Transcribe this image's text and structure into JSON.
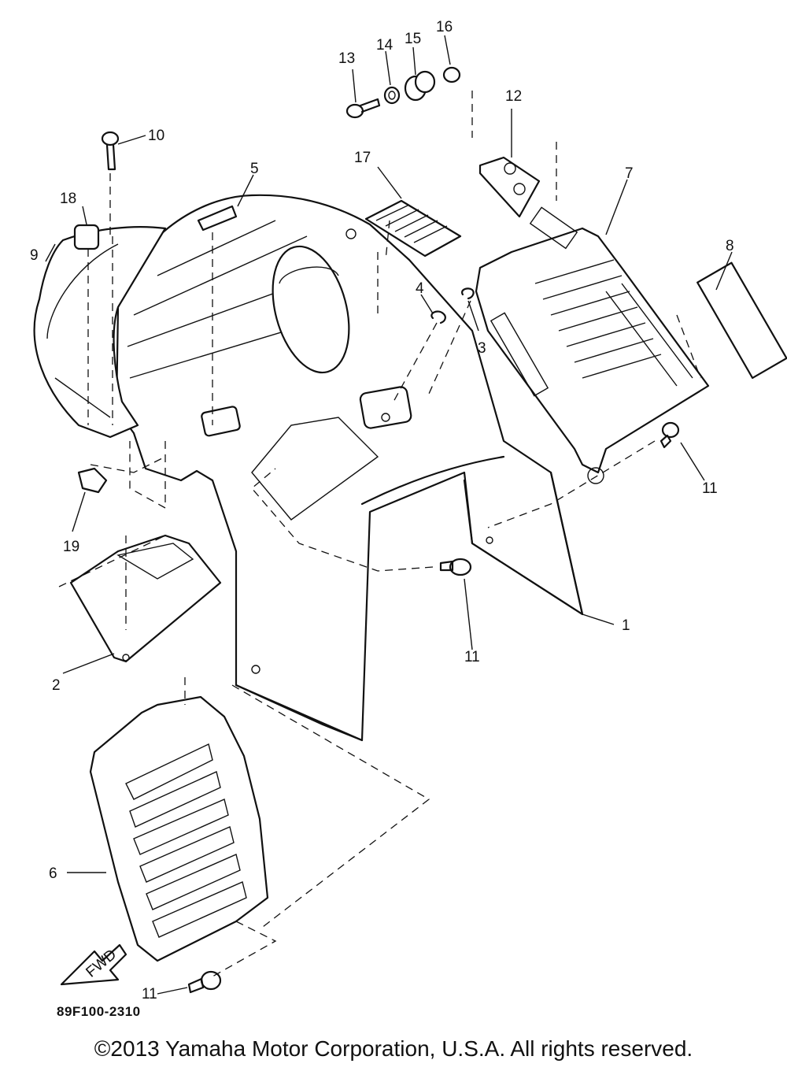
{
  "diagram": {
    "part_code": "89F100-2310",
    "fwd_label": "FWD",
    "callouts": [
      {
        "id": "c1",
        "label": "1"
      },
      {
        "id": "c2",
        "label": "2"
      },
      {
        "id": "c3",
        "label": "3"
      },
      {
        "id": "c4",
        "label": "4"
      },
      {
        "id": "c5",
        "label": "5"
      },
      {
        "id": "c6a",
        "label": "6"
      },
      {
        "id": "c7",
        "label": "7"
      },
      {
        "id": "c8",
        "label": "8"
      },
      {
        "id": "c9",
        "label": "9"
      },
      {
        "id": "c10",
        "label": "10"
      },
      {
        "id": "c11a",
        "label": "11"
      },
      {
        "id": "c11b",
        "label": "11"
      },
      {
        "id": "c11c",
        "label": "11"
      },
      {
        "id": "c12",
        "label": "12"
      },
      {
        "id": "c13",
        "label": "13"
      },
      {
        "id": "c14",
        "label": "14"
      },
      {
        "id": "c15",
        "label": "15"
      },
      {
        "id": "c16",
        "label": "16"
      },
      {
        "id": "c17",
        "label": "17"
      },
      {
        "id": "c18",
        "label": "18"
      },
      {
        "id": "c19",
        "label": "19"
      }
    ]
  },
  "footer": {
    "copyright": "©2013 Yamaha Motor Corporation, U.S.A. All rights reserved."
  }
}
